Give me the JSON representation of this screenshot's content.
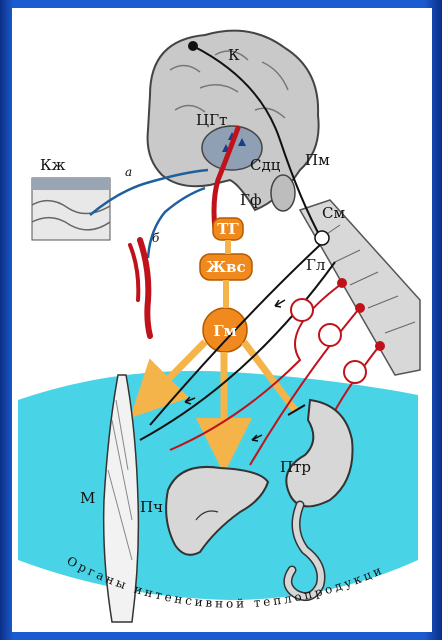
{
  "labels": {
    "cortex": "К",
    "hypothalamus_center": "ЦГт",
    "thalamus": "Сдц",
    "pituitary": "Гф",
    "medulla": "Пм",
    "spinal_cord": "См",
    "skin": "Кж",
    "vessel_a": "а",
    "vessel_b": "б",
    "ganglion": "Гл",
    "muscle": "М",
    "liver": "Пч",
    "stomach": "Птр"
  },
  "nodes": {
    "thyrotropin": "ТГ",
    "thyroid": "Жвс",
    "hormone": "Гм"
  },
  "organs_caption": "Органы интенсивной теплопродукции",
  "colors": {
    "background_frame": "#1a5bd0",
    "cyan_region": "#48d4e6",
    "node_orange": "#f08a1e",
    "hormone_arrow": "#f4b44a",
    "nerve_red": "#c0121a",
    "nerve_black": "#111111",
    "brain_gray": "#c9c9c9"
  }
}
